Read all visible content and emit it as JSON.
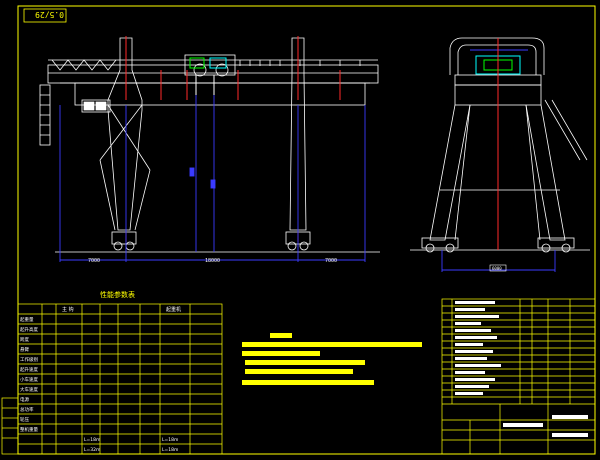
{
  "drawing": {
    "title_stamp": "0.5/29",
    "view_label": "",
    "params_table_title": "性能参数表",
    "params_header_top": "主 钩",
    "params_header_top2": "起重机",
    "dim_left_span": "7000",
    "dim_main_span": "18000",
    "dim_right_span": "7000",
    "dim_side_base": "6000",
    "params_rows": [
      "起重量",
      "起升高度",
      "跨度",
      "悬臂",
      "工作级别",
      "起升速度",
      "小车速度",
      "大车速度",
      "电源",
      "总功率",
      "轮压",
      "整机重量"
    ],
    "param_cells_bottom": [
      "L=18m",
      "L=32m",
      "L=18m",
      "L=18m"
    ],
    "colors": {
      "background": "#000000",
      "frame": "#ffff00",
      "structure": "#ffffff",
      "dimension": "#3b3bff",
      "centerline": "#ff2a2a",
      "accent": "#00ffff",
      "green": "#00ff00",
      "magenta": "#ff00ff"
    }
  }
}
